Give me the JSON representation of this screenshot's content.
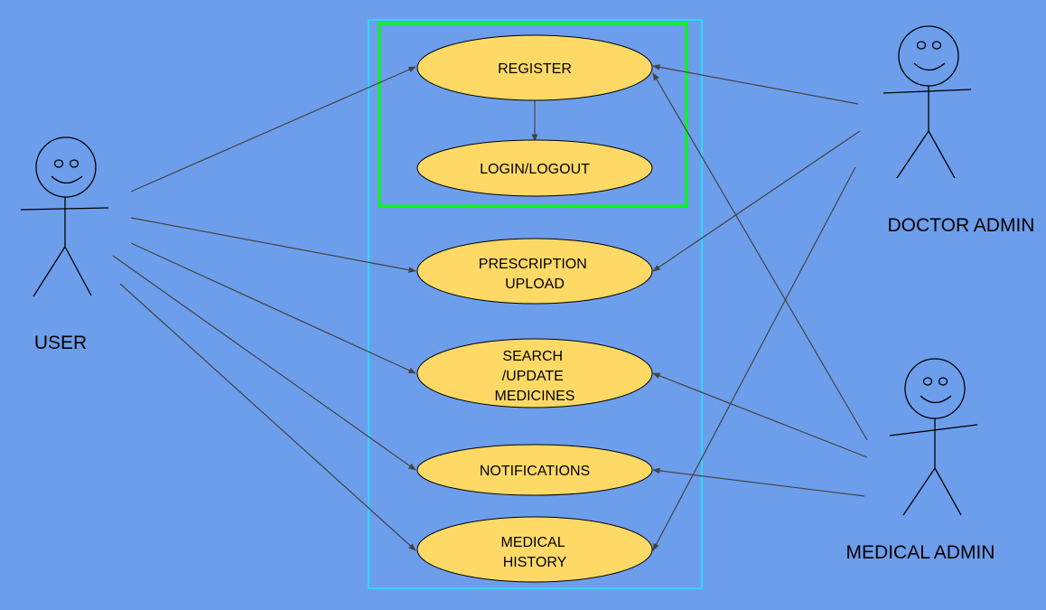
{
  "colors": {
    "background": "#6d9eeb",
    "usecase_fill": "#ffd966",
    "system_boundary": "#00ffff",
    "auth_group_border": "#00ff00",
    "line": "#434343"
  },
  "actors": {
    "user": "USER",
    "doctor_admin": "DOCTOR ADMIN",
    "medical_admin": "MEDICAL ADMIN"
  },
  "use_cases": {
    "register": [
      "REGISTER"
    ],
    "login_logout": [
      "LOGIN/LOGOUT"
    ],
    "prescription_upload": [
      "PRESCRIPTION",
      "UPLOAD"
    ],
    "search_update_medicines": [
      "SEARCH",
      "/UPDATE",
      "MEDICINES"
    ],
    "notifications": [
      "NOTIFICATIONS"
    ],
    "medical_history": [
      "MEDICAL",
      "HISTORY"
    ]
  }
}
